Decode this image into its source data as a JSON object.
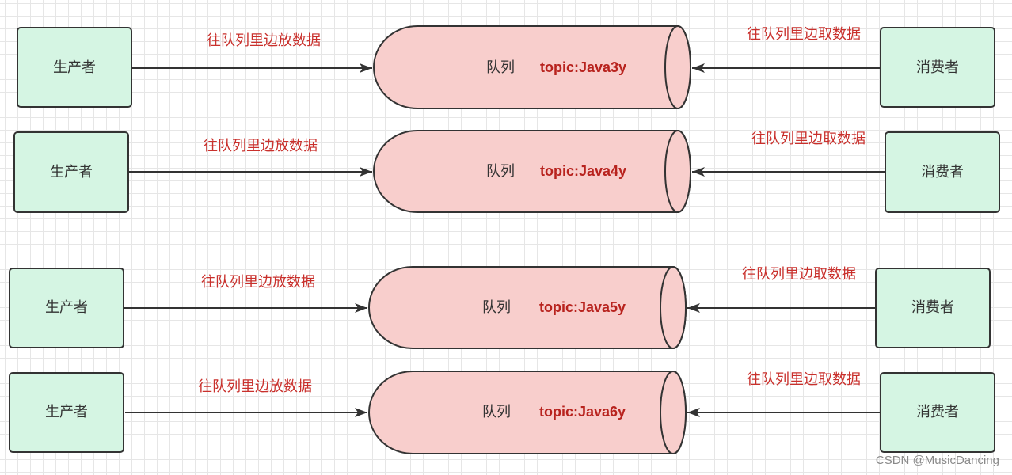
{
  "colors": {
    "box_fill": "#d5f5e3",
    "queue_fill": "#f8cecc",
    "stroke": "#333333",
    "note_text": "#c9302c",
    "topic_text": "#b8231e",
    "label_text": "#333333",
    "grid": "#e6e6e6"
  },
  "rows": [
    {
      "producer": "生产者",
      "put_label": "往队列里边放数据",
      "queue_label": "队列",
      "topic": "topic:Java3y",
      "take_label": "往队列里边取数据",
      "consumer": "消费者"
    },
    {
      "producer": "生产者",
      "put_label": "往队列里边放数据",
      "queue_label": "队列",
      "topic": "topic:Java4y",
      "take_label": "往队列里边取数据",
      "consumer": "消费者"
    },
    {
      "producer": "生产者",
      "put_label": "往队列里边放数据",
      "queue_label": "队列",
      "topic": "topic:Java5y",
      "take_label": "往队列里边取数据",
      "consumer": "消费者"
    },
    {
      "producer": "生产者",
      "put_label": "往队列里边放数据",
      "queue_label": "队列",
      "topic": "topic:Java6y",
      "take_label": "往队列里边取数据",
      "consumer": "消费者"
    }
  ],
  "watermark": "CSDN @MusicDancing"
}
